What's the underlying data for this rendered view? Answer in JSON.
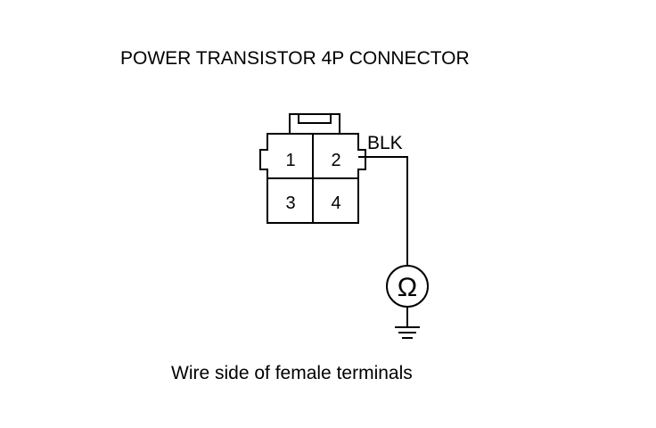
{
  "diagram": {
    "title": "POWER TRANSISTOR 4P CONNECTOR",
    "caption": "Wire side of female terminals",
    "connector": {
      "terminals": [
        "1",
        "2",
        "3",
        "4"
      ]
    },
    "wire_color": "BLK",
    "meter_symbol": "Ω",
    "meter_icon": "ohmmeter-icon",
    "ground_icon": "ground-icon"
  }
}
